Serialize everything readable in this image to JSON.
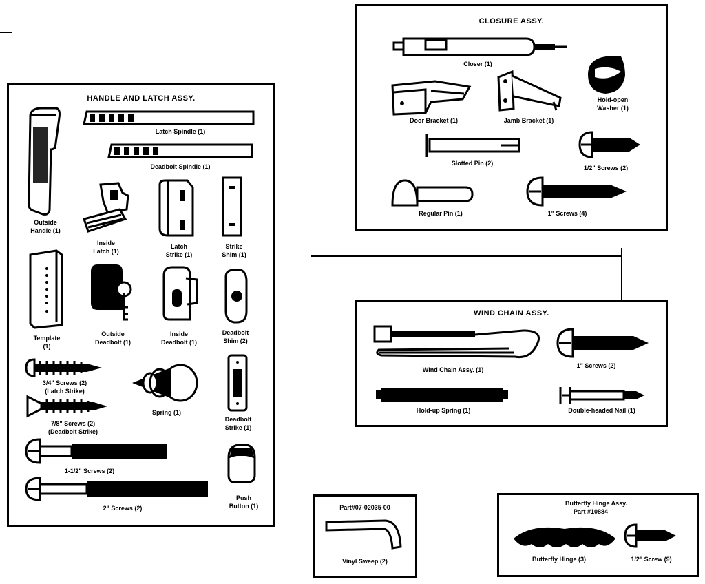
{
  "handle_latch": {
    "title": "HANDLE AND LATCH ASSY.",
    "latch_spindle": "Latch Spindle (1)",
    "deadbolt_spindle": "Deadbolt Spindle (1)",
    "outside_handle": [
      "Outside",
      "Handle (1)"
    ],
    "inside_latch": [
      "Inside",
      "Latch (1)"
    ],
    "latch_strike": [
      "Latch",
      "Strike (1)"
    ],
    "strike_shim": [
      "Strike",
      "Shim (1)"
    ],
    "template": [
      "Template",
      "(1)"
    ],
    "outside_deadbolt": [
      "Outside",
      "Deadbolt (1)"
    ],
    "inside_deadbolt": [
      "Inside",
      "Deadbolt (1)"
    ],
    "deadbolt_shim": [
      "Deadbolt",
      "Shim (2)"
    ],
    "screws_34": [
      "3/4\" Screws (2)",
      "(Latch Strike)"
    ],
    "spring": "Spring (1)",
    "screws_78": [
      "7/8\" Screws (2)",
      "(Deadbolt Strike)"
    ],
    "deadbolt_strike": [
      "Deadbolt",
      "Strike (1)"
    ],
    "screws_112": "1-1/2\" Screws (2)",
    "screws_2": "2\" Screws (2)",
    "push_button": [
      "Push",
      "Button (1)"
    ]
  },
  "closure": {
    "title": "CLOSURE ASSY.",
    "closer": "Closer (1)",
    "door_bracket": "Door Bracket (1)",
    "jamb_bracket": "Jamb Bracket (1)",
    "hold_open_washer": [
      "Hold-open",
      "Washer (1)"
    ],
    "slotted_pin": "Slotted Pin (2)",
    "half_screws": "1/2\" Screws (2)",
    "regular_pin": "Regular Pin (1)",
    "one_screws": "1\" Screws (4)"
  },
  "wind_chain": {
    "title": "WIND CHAIN ASSY.",
    "wind_chain": "Wind Chain Assy. (1)",
    "one_screws": "1\" Screws (2)",
    "hold_up_spring": "Hold-up Spring (1)",
    "double_nail": "Double-headed Nail (1)"
  },
  "vinyl_sweep": {
    "part": "Part#07-02035-00",
    "label": "Vinyl Sweep (2)"
  },
  "butterfly": {
    "title": "Butterfly Hinge Assy.",
    "part": "Part #10884",
    "hinge": "Butterfly Hinge (3)",
    "screw": "1/2\" Screw (9)"
  }
}
